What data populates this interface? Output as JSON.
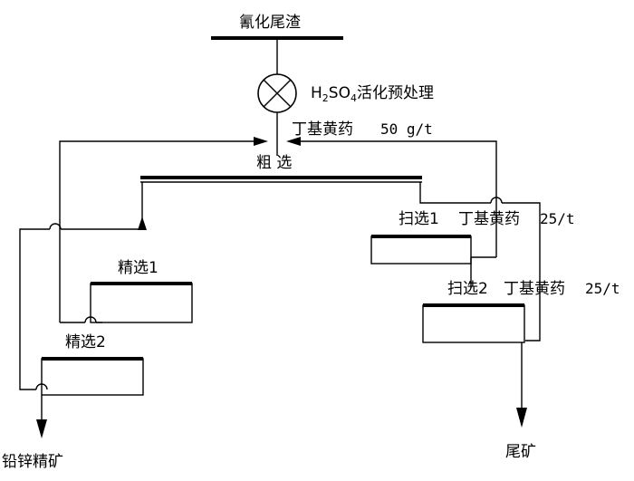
{
  "feed": {
    "label": "氰化尾渣"
  },
  "pretreatment": {
    "label_h": "H",
    "label_sub2": "2",
    "label_so": "SO",
    "label_sub4": "4",
    "label_rest": "活化预处理"
  },
  "rougher": {
    "label": "粗  选",
    "reagent_name": "丁基黄药",
    "reagent_dose": "50 g/t"
  },
  "scavenger1": {
    "label": "扫选1",
    "reagent_name": "丁基黄药",
    "reagent_dose": "25/t"
  },
  "scavenger2": {
    "label": "扫选2",
    "reagent_name": "丁基黄药",
    "reagent_dose": "25/t"
  },
  "cleaner1": {
    "label": "精选1"
  },
  "cleaner2": {
    "label": "精选2"
  },
  "products": {
    "concentrate": "铅锌精矿",
    "tailings": "尾矿"
  }
}
